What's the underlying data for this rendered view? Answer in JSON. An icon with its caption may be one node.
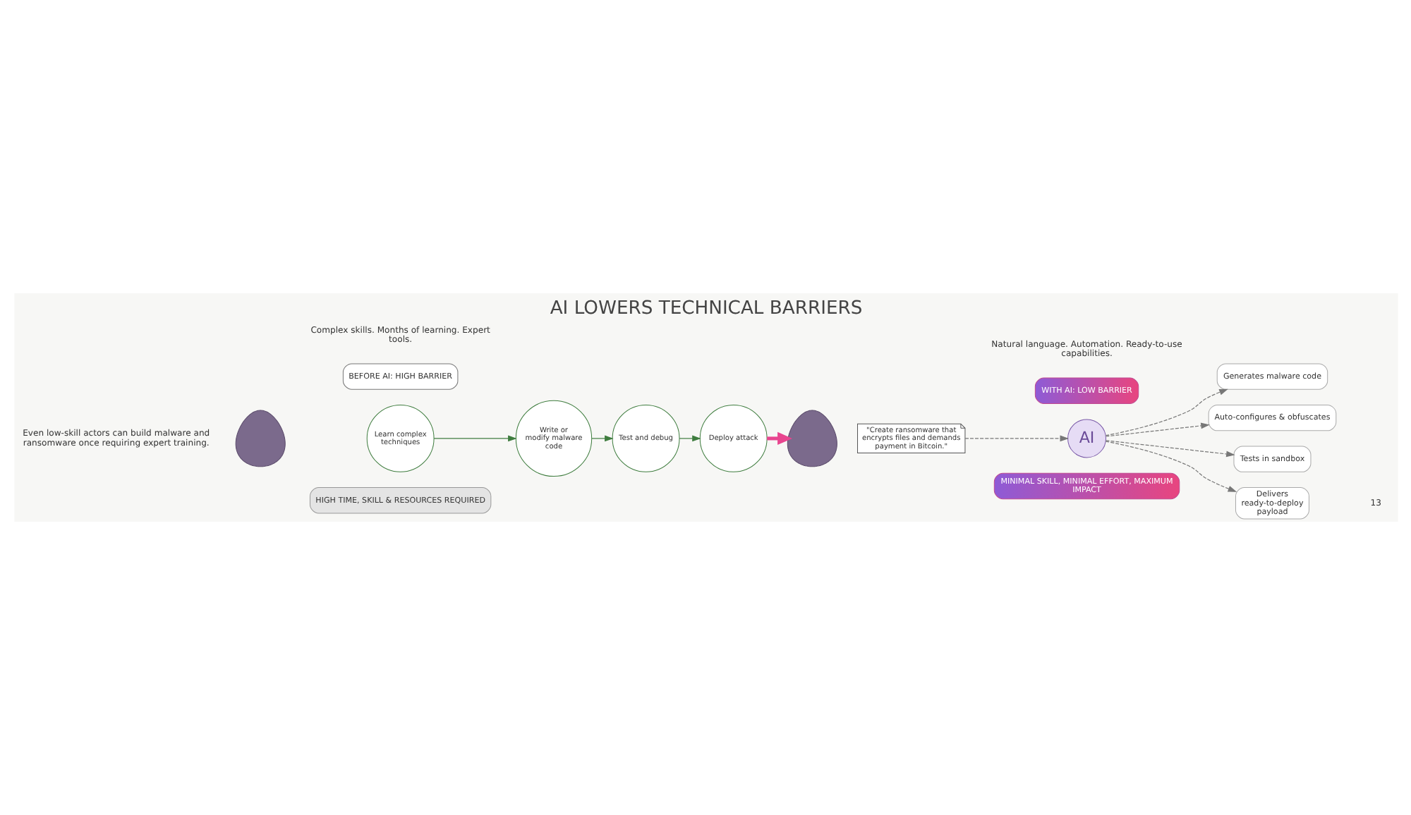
{
  "diagram": {
    "title": "AI LOWERS TECHNICAL BARRIERS",
    "nodes": [
      {
        "text": [
          "BEFORE AI: HIGH BARRIER"
        ]
      },
      {
        "text": [],
        "shape": "person"
      },
      {
        "text": [
          "Learn complex techniques"
        ]
      },
      {
        "text": [
          "Write or modify malware code"
        ]
      },
      {
        "text": [
          "Test and debug"
        ]
      },
      {
        "text": [
          "Deploy attack"
        ]
      },
      {
        "text": [
          "HIGH TIME, SKILL & RESOURCES REQUIRED"
        ]
      },
      {
        "text": [
          "WITH AI: LOW BARRIER"
        ]
      },
      {
        "text": [],
        "shape": "person"
      },
      {
        "text": [
          "\"Create ransomware that encrypts files and demands payment in Bitcoin.\""
        ]
      },
      {
        "text": [
          "AI"
        ]
      },
      {
        "text": [
          "Generates malware code"
        ]
      },
      {
        "text": [
          "Auto-configures & obfuscates"
        ]
      },
      {
        "text": [
          "Tests in sandbox"
        ]
      },
      {
        "text": [
          "Delivers ready-to-deploy payload"
        ]
      },
      {
        "text": [
          "MINIMAL SKILL, MINIMAL EFFORT, MAXIMUM IMPACT"
        ]
      }
    ],
    "edges": [
      {
        "from": 2,
        "to": 3,
        "arrow": "to",
        "color": "#3f7d3f"
      },
      {
        "from": 3,
        "to": 4,
        "arrow": "to",
        "color": "#3f7d3f"
      },
      {
        "from": 4,
        "to": 5,
        "arrow": "to",
        "color": "#3f7d3f"
      },
      {
        "from": 5,
        "to": 8,
        "arrow": "to",
        "style": "thick",
        "color": "#e8458f"
      },
      {
        "from": 9,
        "to": 10,
        "arrow": "to",
        "style": "dashed"
      },
      {
        "from": 10,
        "to": 11,
        "arrow": "to",
        "style": "dashed"
      },
      {
        "from": 10,
        "to": 12,
        "arrow": "to",
        "style": "dashed"
      },
      {
        "from": 10,
        "to": 13,
        "arrow": "to",
        "style": "dashed"
      },
      {
        "from": 10,
        "to": 14,
        "arrow": "to",
        "style": "dashed"
      }
    ],
    "labels": [
      "Even low-skill actors can build malware and ransomware once requiring expert training.",
      "Complex skills. Months of learning. Expert tools.",
      "Natural language. Automation. Ready-to-use capabilities.",
      "13"
    ]
  }
}
